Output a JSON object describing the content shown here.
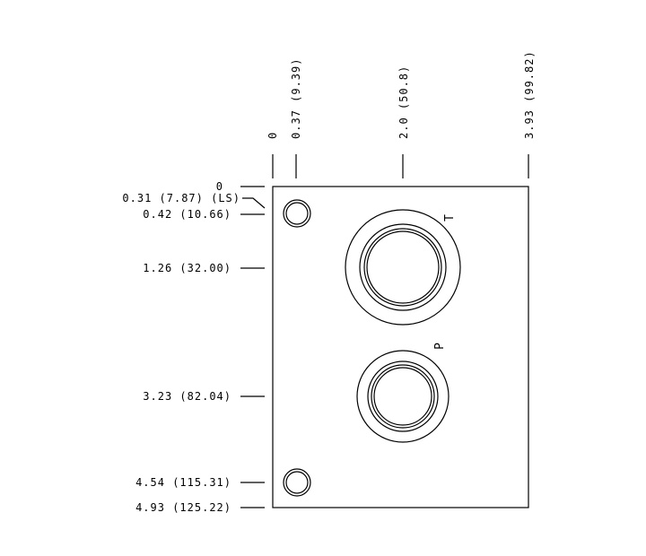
{
  "drawing": {
    "top_dimensions": [
      {
        "label": "0"
      },
      {
        "label": "0.37 (9.39)"
      },
      {
        "label": "2.0 (50.8)"
      },
      {
        "label": "3.93 (99.82)"
      }
    ],
    "left_dimensions": [
      {
        "label": "0"
      },
      {
        "label": "0.31 (7.87) (LS)"
      },
      {
        "label": "0.42 (10.66)"
      },
      {
        "label": "1.26 (32.00)"
      },
      {
        "label": "3.23 (82.04)"
      },
      {
        "label": "4.54 (115.31)"
      },
      {
        "label": "4.93 (125.22)"
      }
    ],
    "ports": [
      {
        "label": "T"
      },
      {
        "label": "P"
      }
    ]
  }
}
